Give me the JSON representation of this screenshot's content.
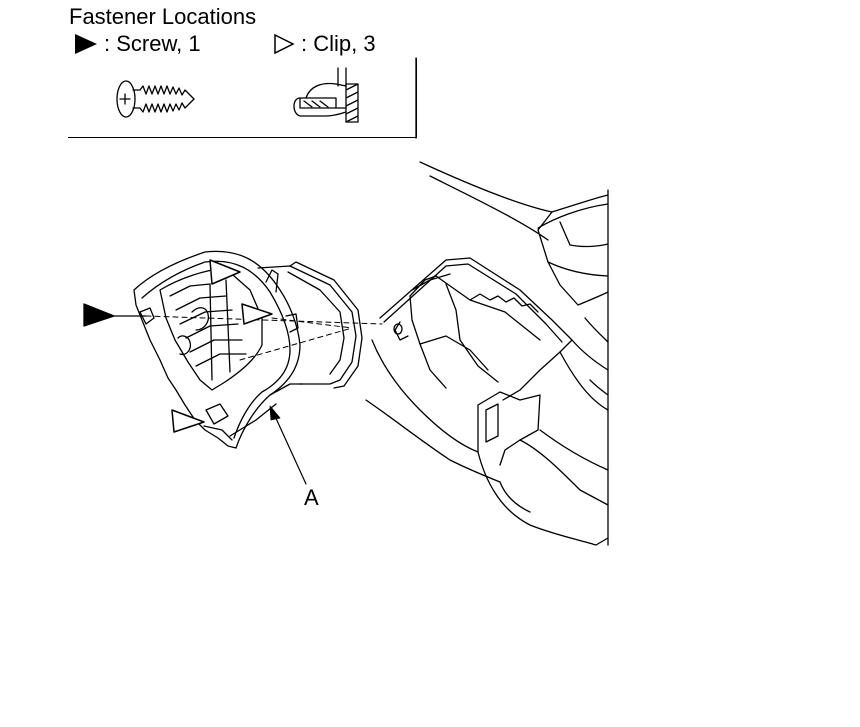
{
  "legend": {
    "title": "Fastener Locations",
    "screw_label": ": Screw, 1",
    "clip_label": ": Clip, 3"
  },
  "callouts": {
    "a_label": "A"
  },
  "colors": {
    "line": "#000000",
    "background": "#ffffff"
  },
  "icons": {
    "screw_marker": "filled-triangle-icon",
    "clip_marker": "outline-triangle-icon",
    "screw_illustration": "screw-icon",
    "clip_illustration": "clip-icon"
  }
}
